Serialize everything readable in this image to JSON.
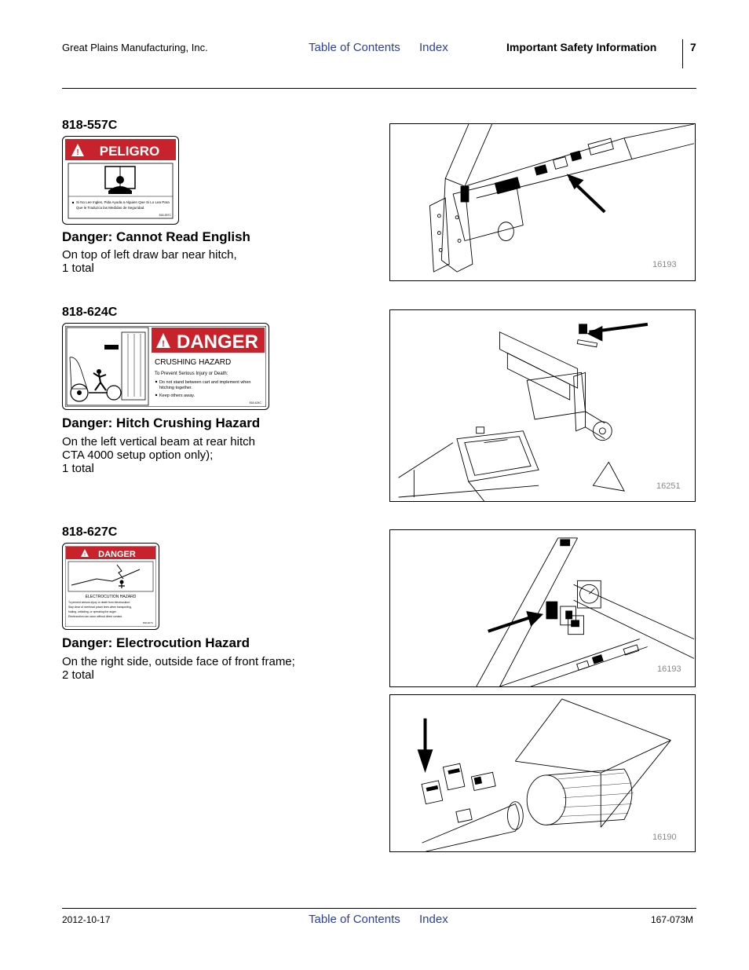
{
  "header": {
    "company": "Great Plains Manufacturing, Inc.",
    "toc_link": "Table of Contents",
    "index_link": "Index",
    "section": "Important Safety Information",
    "page_number": "7"
  },
  "decals": [
    {
      "part_number": "818-557C",
      "title": "Danger: Cannot Read English",
      "location_lines": [
        "On top of left draw bar near hitch,",
        "1 total"
      ],
      "label_text": {
        "signal_word": "PELIGRO",
        "bullet": "Si No Lee Ingles, Pida Ayuda a Alguien Que Si Lo Lea Para",
        "bullet_cont": "Que le Traduzca las Medidas de Seguridad.",
        "code": "818-557C"
      },
      "figure_number": "16193"
    },
    {
      "part_number": "818-624C",
      "title": "Danger: Hitch Crushing Hazard",
      "location_lines": [
        "On the left vertical beam at rear hitch",
        "CTA 4000 setup option only);",
        "1 total"
      ],
      "label_text": {
        "signal_word": "DANGER",
        "hazard": "CRUSHING HAZARD",
        "line1": "To Prevent Serious Injury or Death:",
        "bullet1": "Do not stand between cart and implement when",
        "bullet1_cont": "hitching together.",
        "bullet2": "Keep others away.",
        "code": "818-624C"
      },
      "figure_number": "16251"
    },
    {
      "part_number": "818-627C",
      "title": "Danger: Electrocution Hazard",
      "location_lines": [
        "On the right side, outside face of front frame;",
        "2 total"
      ],
      "label_text": {
        "signal_word": "DANGER",
        "hazard": "ELECTROCUTION HAZARD",
        "line1": "To prevent serious injury or death from electrocution:",
        "bullet1": "Stay clear of overhead power lines when transporting,",
        "bullet2": "folding, unfolding, or operating the auger.",
        "bullet3": "Electrocution can occur without direct contact.",
        "code": "818-627C"
      },
      "figure_numbers": [
        "16193",
        "16190"
      ]
    }
  ],
  "footer": {
    "date": "2012-10-17",
    "toc_link": "Table of Contents",
    "index_link": "Index",
    "doc_number": "167-073M"
  },
  "colors": {
    "link": "#2b3f9e",
    "danger_red": "#c8232c"
  }
}
